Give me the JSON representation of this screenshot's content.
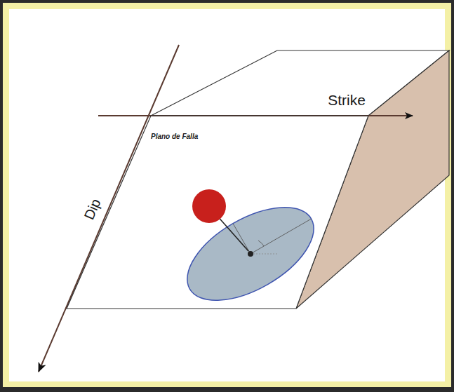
{
  "diagram": {
    "nodes": [
      {
        "text": [
          "Plano de Falla"
        ]
      }
    ],
    "labels": [
      "Strike",
      "Dip"
    ]
  }
}
